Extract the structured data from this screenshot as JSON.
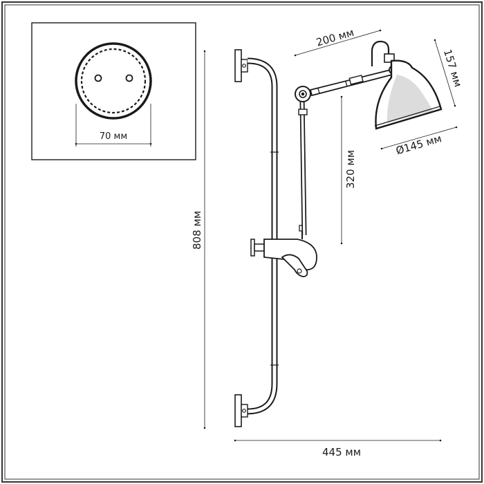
{
  "drawing": {
    "colors": {
      "line": "#1a1a1a",
      "frame": "#333333",
      "shade_gloss": "#dcdcdc"
    },
    "inset": {
      "base_diameter_label": "70 мм"
    },
    "dimensions": {
      "arm_length_label": "200 мм",
      "shade_height_label": "157 мм",
      "shade_diameter_label": "Ø145 мм",
      "arm_drop_label": "320 мм",
      "total_height_label": "808 мм",
      "total_width_label": "445 мм"
    }
  }
}
